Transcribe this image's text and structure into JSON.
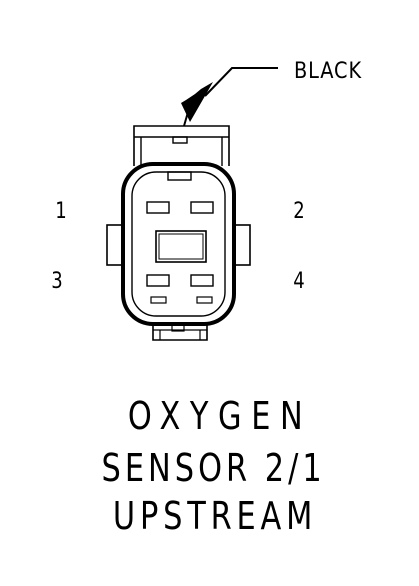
{
  "wire_label": "BLACK",
  "pins": {
    "pin1": "1",
    "pin2": "2",
    "pin3": "3",
    "pin4": "4"
  },
  "caption": {
    "line1": "OXYGEN",
    "line2": "SENSOR 2/1",
    "line3": "UPSTREAM"
  },
  "colors": {
    "ink": "#000000",
    "background": "#ffffff"
  }
}
